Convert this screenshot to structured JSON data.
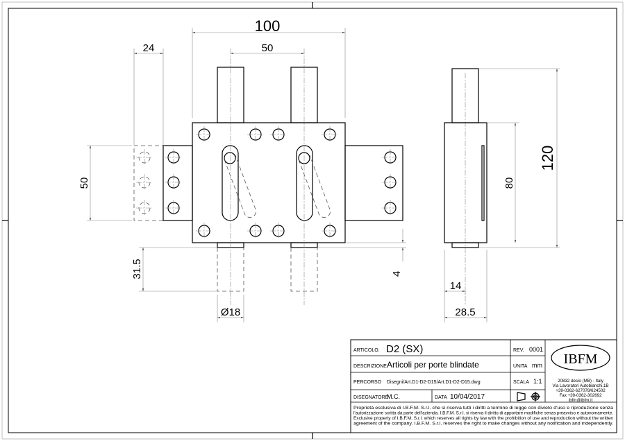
{
  "dimensions": {
    "width_100": "100",
    "spacing_50": "50",
    "plate_24": "24",
    "plate_height_50": "50",
    "stroke_31_5": "31.5",
    "gap_4": "4",
    "diameter_18": "Ø18",
    "side_80": "80",
    "side_120": "120",
    "side_14": "14",
    "side_28_5": "28.5"
  },
  "title_block": {
    "articolo_label": "ARTICOLO.",
    "articolo_value": "D2 (SX)",
    "rev_label": "REV.",
    "rev_value": "0001",
    "descrizione_label": "DESCRIZIONE",
    "descrizione_value": "Articoli per porte blindate",
    "unita_label": "UNITA",
    "unita_value": "mm",
    "percorso_label": "PERCORSO",
    "percorso_value": "Disegni/Art.D1-D2-D15/Art.D1-D2-D15.dwg",
    "scala_label": "SCALA",
    "scala_value": "1:1",
    "disegnatore_label": "DISEGNATORE",
    "disegnatore_value": "M.C.",
    "data_label": "DATA",
    "data_value": "10/04/2017",
    "logo": "IBFM",
    "address": [
      "20832 desio (MB) - Italy",
      "Via Lavoratori Autobianchi,1B",
      "+39-0362-627078/624502",
      "Fax +39-0362-302692",
      "ibfm@ibfm.it"
    ],
    "notice": [
      "Proprietà esclusiva di I.B.F.M. S.r.l. che si riserva tutti i diritti a termine di legge con divieto d'uso e riproduzione senza",
      "l'autorizzazione scritta da parte dell'azienda. I.B.F.M. S.r.l. si riserva il diritto di apportare modifiche senza preavviso e autonomamente.",
      "Exclusive property of I.B.F.M. S.r.l. which reserves all rights by law with the prohibition of use and reproduction without the written",
      "agreement of the company. I.B.F.M. S.r.l. reserves the right to make changes without any notification and independently."
    ]
  }
}
